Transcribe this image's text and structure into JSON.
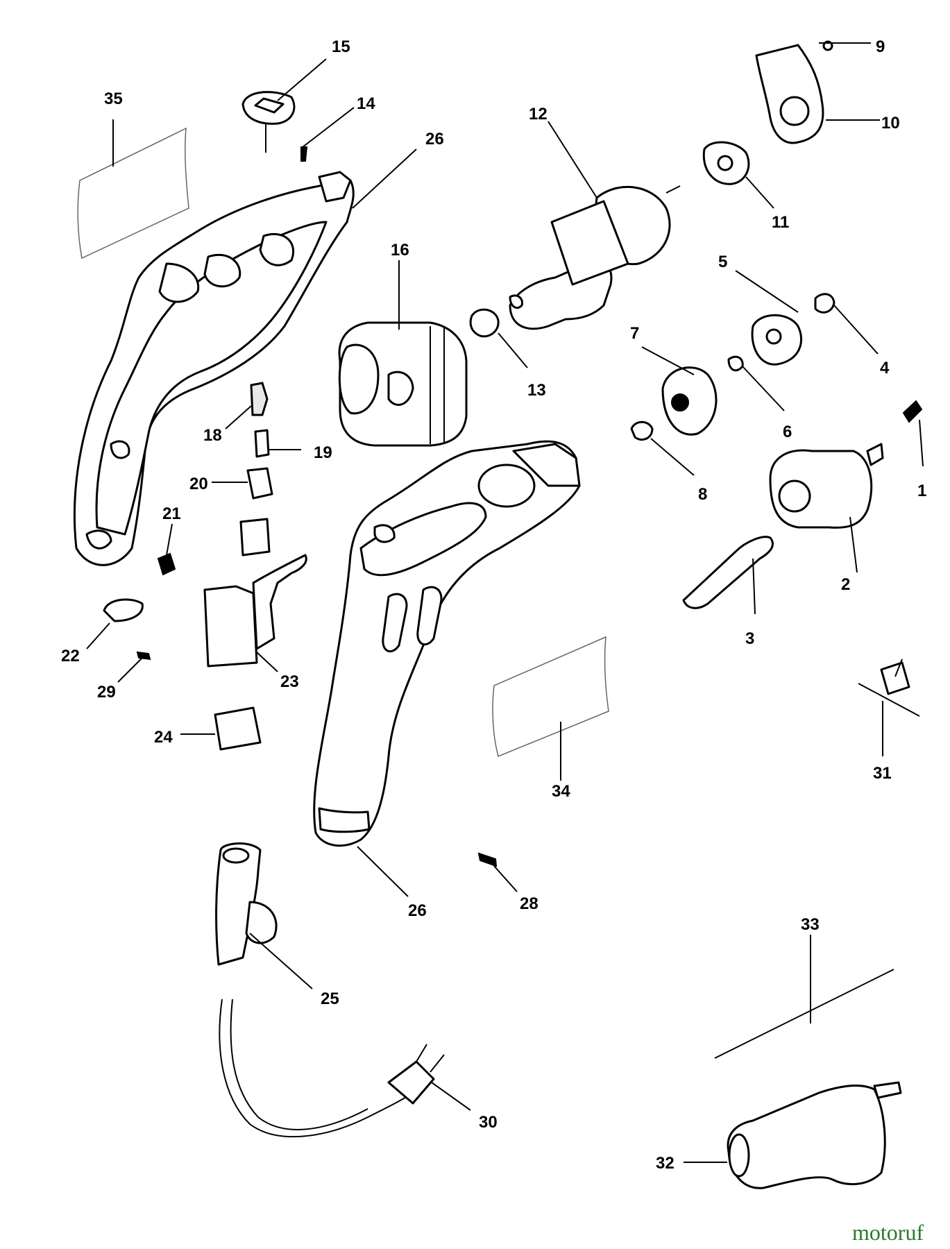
{
  "diagram": {
    "callouts": [
      "1",
      "2",
      "3",
      "4",
      "5",
      "6",
      "7",
      "8",
      "9",
      "10",
      "11",
      "12",
      "13",
      "14",
      "15",
      "16",
      "18",
      "19",
      "20",
      "21",
      "22",
      "23",
      "24",
      "25",
      "26",
      "26",
      "28",
      "29",
      "30",
      "31",
      "32",
      "33",
      "34",
      "35"
    ]
  },
  "watermark": {
    "text": "motoruf",
    "color": "#2a7a2a"
  }
}
